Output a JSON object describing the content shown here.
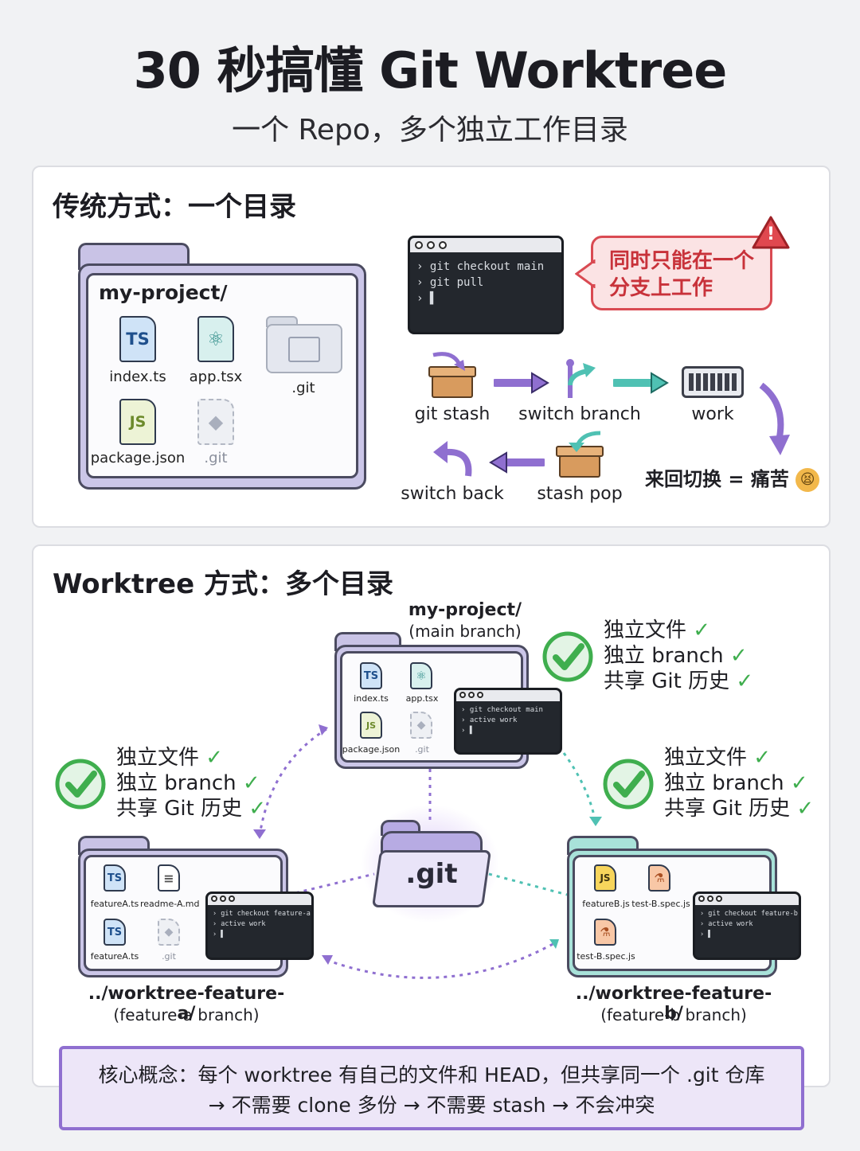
{
  "header": {
    "title": "30 秒搞懂 Git Worktree",
    "subtitle": "一个 Repo，多个独立工作目录"
  },
  "traditional": {
    "section_title": "传统方式：一个目录",
    "folder": {
      "name": "my-project/",
      "files": [
        {
          "icon": "ts-file-icon",
          "badge": "TS",
          "label": "index.ts"
        },
        {
          "icon": "react-file-icon",
          "badge": "⚛",
          "label": "app.tsx"
        },
        {
          "icon": "folder-icon",
          "badge": "",
          "label": ".git"
        },
        {
          "icon": "js-file-icon",
          "badge": "JS",
          "label": "package.json"
        },
        {
          "icon": "git-file-icon",
          "badge": "◆",
          "label": ".git"
        }
      ]
    },
    "terminal": {
      "lines": [
        "› git checkout main",
        "› git pull",
        "› ▌"
      ]
    },
    "warning": {
      "line1": "同时只能在一个",
      "line2": "分支上工作",
      "badge": "!"
    },
    "flow": {
      "git_stash": "git stash",
      "switch_branch": "switch branch",
      "work": "work",
      "switch_back": "switch back",
      "stash_pop": "stash pop",
      "pain": "来回切换 = 痛苦",
      "pain_emoji": "😫"
    }
  },
  "worktree": {
    "section_title": "Worktree 方式：多个目录",
    "main": {
      "name": "my-project/",
      "branch": "(main branch)",
      "files": [
        {
          "badge": "TS",
          "label": "index.ts"
        },
        {
          "badge": "⚛",
          "label": "app.tsx"
        },
        {
          "badge": "JS",
          "label": "package.json"
        },
        {
          "badge": "◆",
          "label": ".git"
        }
      ],
      "terminal": [
        "› git checkout main",
        "› active work",
        "› ▌"
      ]
    },
    "feature_a": {
      "name": "../worktree-feature-a/",
      "branch": "(feature-a branch)",
      "files": [
        {
          "badge": "TS",
          "label": "featureA.ts"
        },
        {
          "badge": "≡",
          "label": "readme-A.md"
        },
        {
          "badge": "TS",
          "label": "featureA.ts"
        },
        {
          "badge": "◆",
          "label": ".git"
        }
      ],
      "terminal": [
        "› git checkout feature-a",
        "› active work",
        "› ▌"
      ]
    },
    "feature_b": {
      "name": "../worktree-feature-b/",
      "branch": "(feature-b branch)",
      "files": [
        {
          "badge": "JS",
          "label": "featureB.js"
        },
        {
          "badge": "⚗",
          "label": "test-B.spec.js"
        },
        {
          "badge": "⚗",
          "label": "test-B.spec.js"
        }
      ],
      "terminal": [
        "› git checkout feature-b",
        "› active work",
        "› ▌"
      ]
    },
    "shared": {
      "label": ".git"
    },
    "checklist": {
      "item1": "独立文件",
      "item2": "独立 branch",
      "item3": "共享 Git 历史",
      "tick": "✓"
    }
  },
  "note": {
    "line1": "核心概念：每个 worktree 有自己的文件和 HEAD，但共享同一个 .git 仓库",
    "line2": "→ 不需要 clone 多份 → 不需要 stash → 不会冲突"
  },
  "colors": {
    "purple": "#8f6fd0",
    "teal": "#4fc1b3",
    "green": "#3fae4e",
    "red": "#d94a52",
    "amber": "#f2b84b"
  }
}
